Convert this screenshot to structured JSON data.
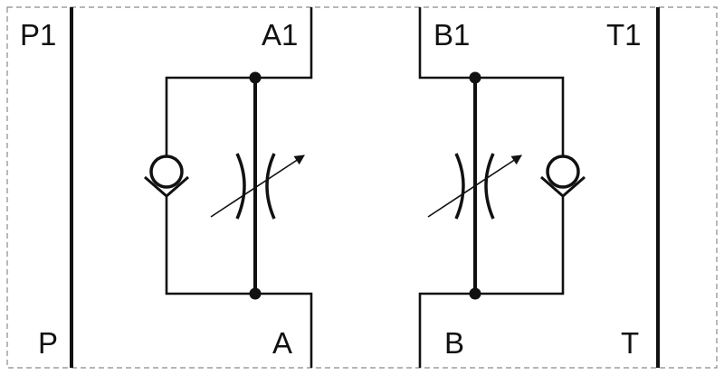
{
  "ports": {
    "p1": "P1",
    "p": "P",
    "a1": "A1",
    "a": "A",
    "b1": "B1",
    "b": "B",
    "t1": "T1",
    "t": "T"
  },
  "colors": {
    "line": "#111111",
    "border": "#8a8a8a",
    "background": "#ffffff"
  },
  "symbols": {
    "left_circuit": [
      "check-valve-icon",
      "adjustable-throttle-icon"
    ],
    "right_circuit": [
      "check-valve-icon",
      "adjustable-throttle-icon"
    ]
  }
}
